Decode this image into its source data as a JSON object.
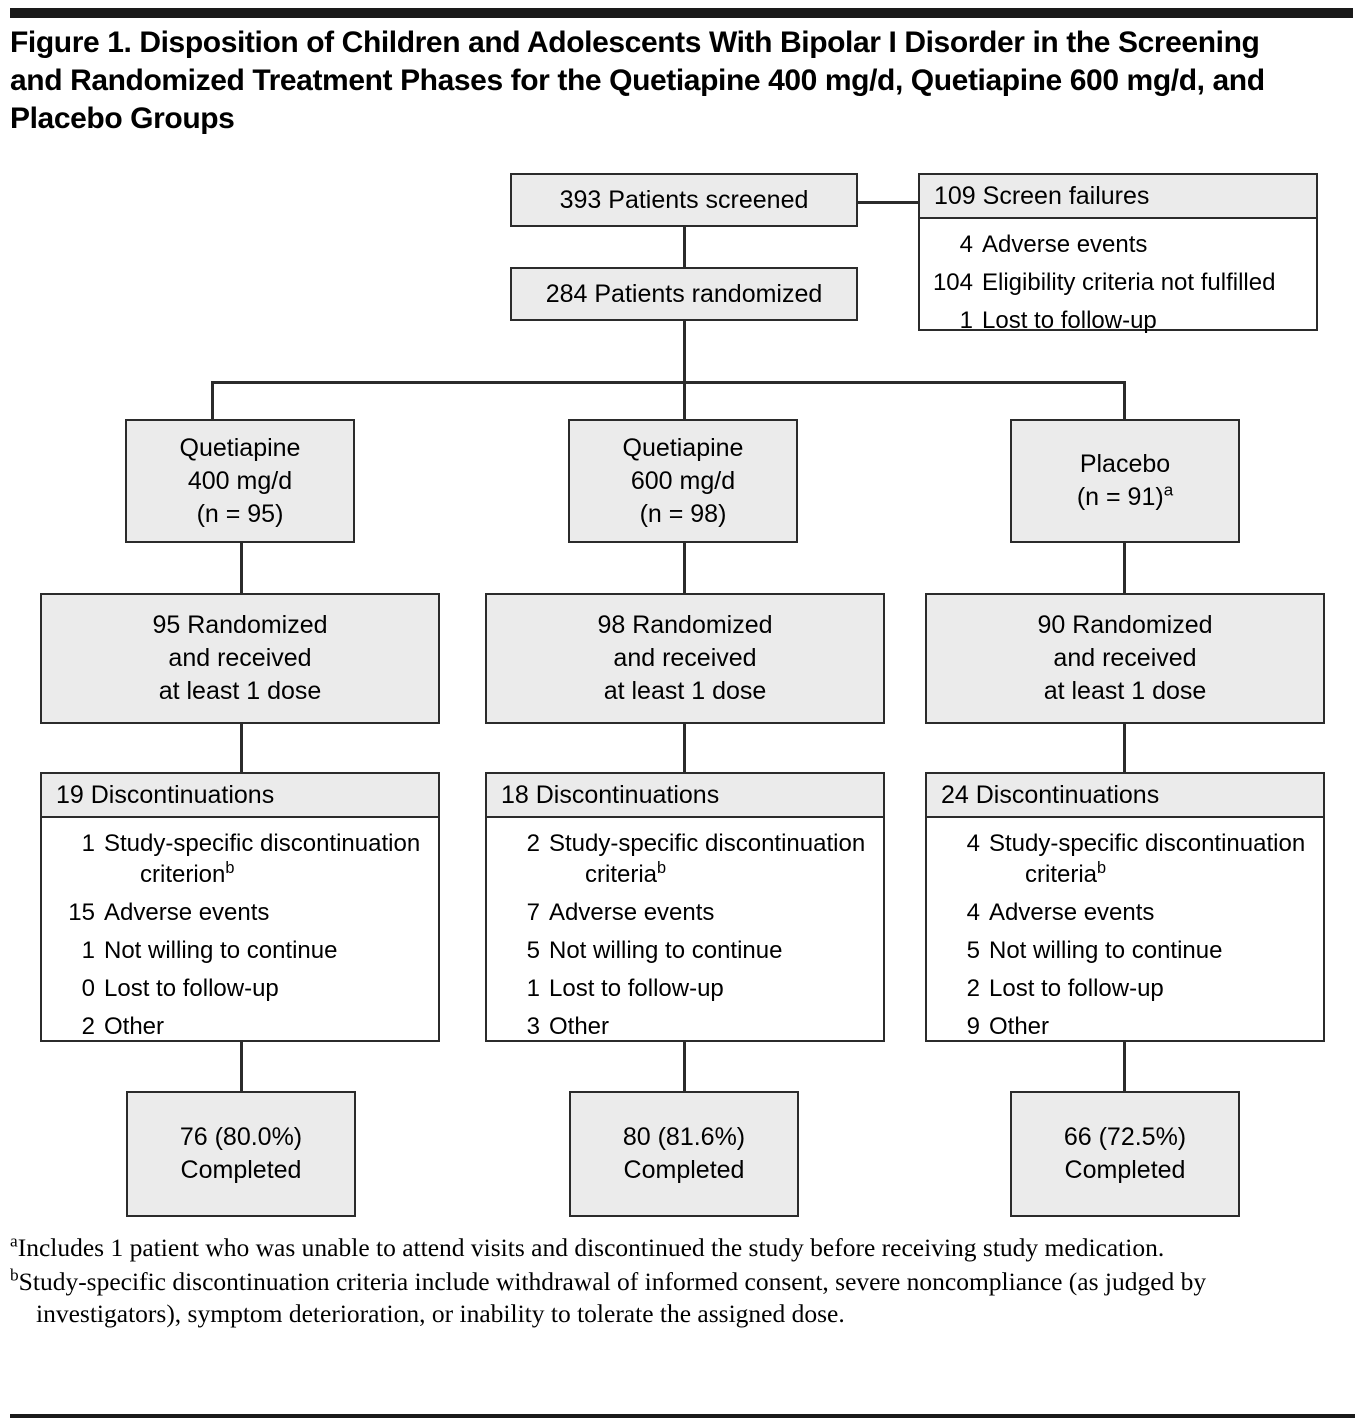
{
  "figure": {
    "title": "Figure 1. Disposition of Children and Adolescents With Bipolar I Disorder in the Screening and Randomized Treatment Phases for the Quetiapine 400 mg/d, Quetiapine 600 mg/d, and Placebo Groups",
    "accent_color": "#1a1a1a",
    "box_fill": "#ebebeb",
    "box_border": "#2b2b2b",
    "panel_fill": "#ffffff"
  },
  "chart_data": {
    "type": "flowchart",
    "title": "Figure 1. Disposition of Children and Adolescents With Bipolar I Disorder in the Screening and Randomized Treatment Phases for the Quetiapine 400 mg/d, Quetiapine 600 mg/d, and Placebo Groups",
    "nodes": {
      "screened": {
        "count": 393,
        "label": "393 Patients screened"
      },
      "randomized": {
        "count": 284,
        "label": "284 Patients randomized"
      },
      "screen_failures": {
        "header": "109 Screen failures",
        "count": 109,
        "reasons": [
          {
            "n": "4",
            "label": "Adverse events"
          },
          {
            "n": "104",
            "label": "Eligibility criteria not fulfilled"
          },
          {
            "n": "1",
            "label": "Lost to follow-up"
          }
        ]
      }
    },
    "arms": [
      {
        "id": "quetiapine-400",
        "title_line1": "Quetiapine",
        "title_line2": "400 mg/d",
        "title_line3": "(n = 95)",
        "title_sup": "",
        "n_assigned": 95,
        "dosed_line1": "95 Randomized",
        "dosed_line2": "and received",
        "dosed_line3": "at least 1 dose",
        "discontinuations_header": "19 Discontinuations",
        "discontinuations_total": 19,
        "discontinuations": [
          {
            "n": "1",
            "label": "Study-specific discontinuation",
            "cont": "criterion",
            "sup": "b"
          },
          {
            "n": "15",
            "label": "Adverse events",
            "cont": "",
            "sup": ""
          },
          {
            "n": "1",
            "label": "Not willing to continue",
            "cont": "",
            "sup": ""
          },
          {
            "n": "0",
            "label": "Lost to follow-up",
            "cont": "",
            "sup": ""
          },
          {
            "n": "2",
            "label": "Other",
            "cont": "",
            "sup": ""
          }
        ],
        "completed_line1": "76 (80.0%)",
        "completed_line2": "Completed",
        "completed_n": 76,
        "completed_pct": 80.0
      },
      {
        "id": "quetiapine-600",
        "title_line1": "Quetiapine",
        "title_line2": "600 mg/d",
        "title_line3": "(n = 98)",
        "title_sup": "",
        "n_assigned": 98,
        "dosed_line1": "98 Randomized",
        "dosed_line2": "and received",
        "dosed_line3": "at least 1 dose",
        "discontinuations_header": "18 Discontinuations",
        "discontinuations_total": 18,
        "discontinuations": [
          {
            "n": "2",
            "label": "Study-specific discontinuation",
            "cont": "criteria",
            "sup": "b"
          },
          {
            "n": "7",
            "label": "Adverse events",
            "cont": "",
            "sup": ""
          },
          {
            "n": "5",
            "label": "Not willing to continue",
            "cont": "",
            "sup": ""
          },
          {
            "n": "1",
            "label": "Lost to follow-up",
            "cont": "",
            "sup": ""
          },
          {
            "n": "3",
            "label": "Other",
            "cont": "",
            "sup": ""
          }
        ],
        "completed_line1": "80 (81.6%)",
        "completed_line2": "Completed",
        "completed_n": 80,
        "completed_pct": 81.6
      },
      {
        "id": "placebo",
        "title_line1": "Placebo",
        "title_line2": "(n = 91)",
        "title_line3": "",
        "title_sup": "a",
        "n_assigned": 91,
        "dosed_line1": "90 Randomized",
        "dosed_line2": "and received",
        "dosed_line3": "at least 1 dose",
        "discontinuations_header": "24 Discontinuations",
        "discontinuations_total": 24,
        "discontinuations": [
          {
            "n": "4",
            "label": "Study-specific discontinuation",
            "cont": "criteria",
            "sup": "b"
          },
          {
            "n": "4",
            "label": "Adverse events",
            "cont": "",
            "sup": ""
          },
          {
            "n": "5",
            "label": "Not willing to continue",
            "cont": "",
            "sup": ""
          },
          {
            "n": "2",
            "label": "Lost to follow-up",
            "cont": "",
            "sup": ""
          },
          {
            "n": "9",
            "label": "Other",
            "cont": "",
            "sup": ""
          }
        ],
        "completed_line1": "66 (72.5%)",
        "completed_line2": "Completed",
        "completed_n": 66,
        "completed_pct": 72.5
      }
    ]
  },
  "footnotes": [
    {
      "marker": "a",
      "text": "Includes 1 patient who was unable to attend visits and discontinued the study before receiving study medication."
    },
    {
      "marker": "b",
      "text": "Study-specific discontinuation criteria include withdrawal of informed consent, severe noncompliance (as judged by investigators), symptom deterioration, or inability to tolerate the assigned dose."
    }
  ]
}
